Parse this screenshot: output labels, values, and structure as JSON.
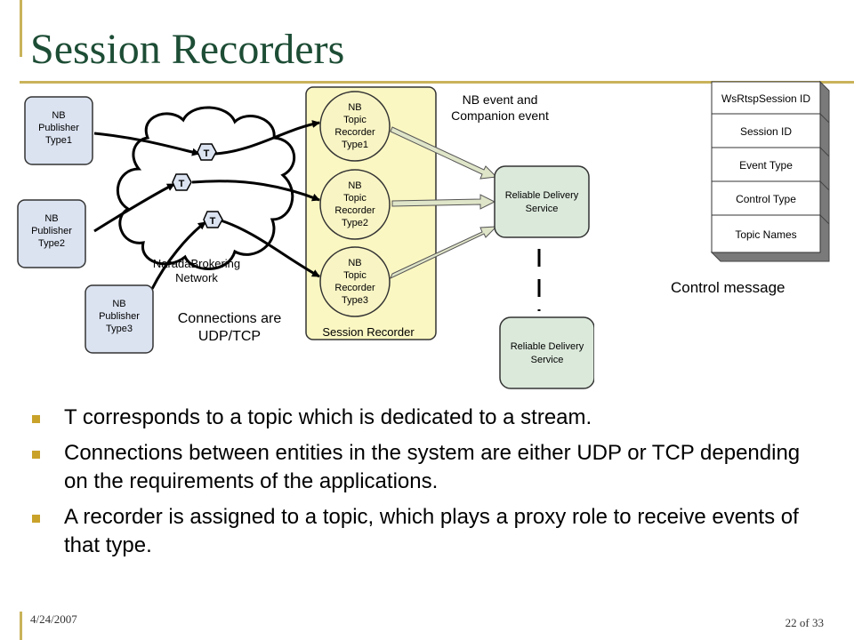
{
  "slide": {
    "title": "Session Recorders",
    "date": "4/24/2007",
    "page": "22 of 33"
  },
  "diagram": {
    "publishers": [
      {
        "line1": "NB",
        "line2": "Publisher",
        "line3": "Type1"
      },
      {
        "line1": "NB",
        "line2": "Publisher",
        "line3": "Type2"
      },
      {
        "line1": "NB",
        "line2": "Publisher",
        "line3": "Type3"
      }
    ],
    "topic_tag": "T",
    "network": {
      "line1": "NaradaBrokering",
      "line2": "Network"
    },
    "connections": {
      "line1": "Connections are",
      "line2": "UDP/TCP"
    },
    "recorders": [
      {
        "line1": "NB",
        "line2": "Topic",
        "line3": "Recorder",
        "line4": "Type1"
      },
      {
        "line1": "NB",
        "line2": "Topic",
        "line3": "Recorder",
        "line4": "Type2"
      },
      {
        "line1": "NB",
        "line2": "Topic",
        "line3": "Recorder",
        "line4": "Type3"
      }
    ],
    "session_recorder_label": "Session Recorder",
    "event_label": {
      "line1": "NB event and",
      "line2": "Companion event"
    },
    "delivery_services": [
      {
        "line1": "Reliable Delivery",
        "line2": "Service"
      },
      {
        "line1": "Reliable Delivery",
        "line2": "Service"
      }
    ]
  },
  "control_message": {
    "fields": [
      "WsRtspSession ID",
      "Session ID",
      "Event Type",
      "Control Type",
      "Topic Names"
    ],
    "caption": "Control message"
  },
  "bullets": [
    "T corresponds to a topic which is dedicated to a stream.",
    "Connections between entities in the system are either UDP or TCP depending on the requirements of the applications.",
    "A recorder is assigned to a topic, which plays a proxy role to receive events of that type."
  ],
  "colors": {
    "title": "#1d4d35",
    "accent_rule": "#c9b35a",
    "bullet": "#c9a22a",
    "publisher_fill": "#dbe3f1",
    "recorder_fill": "#f8f4c4",
    "session_panel_fill": "#fbf7c2",
    "delivery_fill": "#dbe9db"
  }
}
